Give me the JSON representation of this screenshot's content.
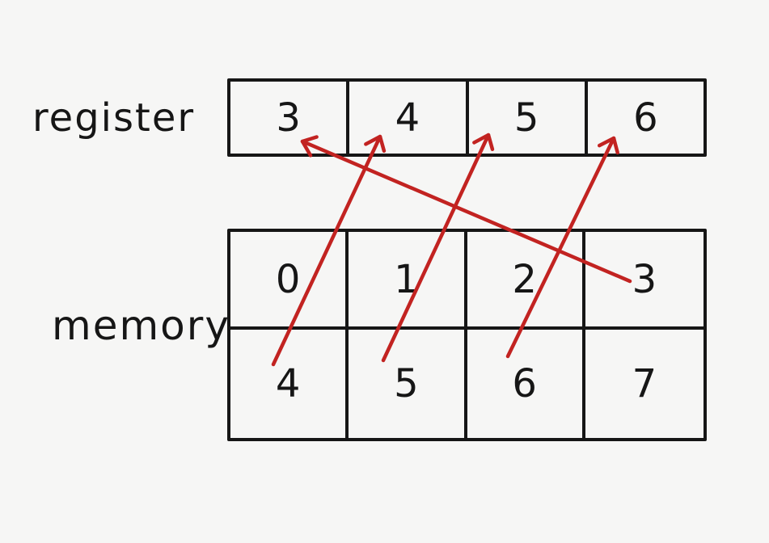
{
  "labels": {
    "register": "register",
    "memory": "memory"
  },
  "register": {
    "cells": [
      "3",
      "4",
      "5",
      "6"
    ]
  },
  "memory": {
    "rows": [
      [
        "0",
        "1",
        "2",
        "3"
      ],
      [
        "4",
        "5",
        "6",
        "7"
      ]
    ]
  },
  "arrows": [
    {
      "from": "memory-cell-3",
      "to": "register-slot-0"
    },
    {
      "from": "memory-cell-4",
      "to": "register-slot-1"
    },
    {
      "from": "memory-cell-5",
      "to": "register-slot-2"
    },
    {
      "from": "memory-cell-6",
      "to": "register-slot-3"
    }
  ],
  "colors": {
    "ink": "#161616",
    "arrow": "#c22321",
    "background": "#f6f6f5"
  }
}
